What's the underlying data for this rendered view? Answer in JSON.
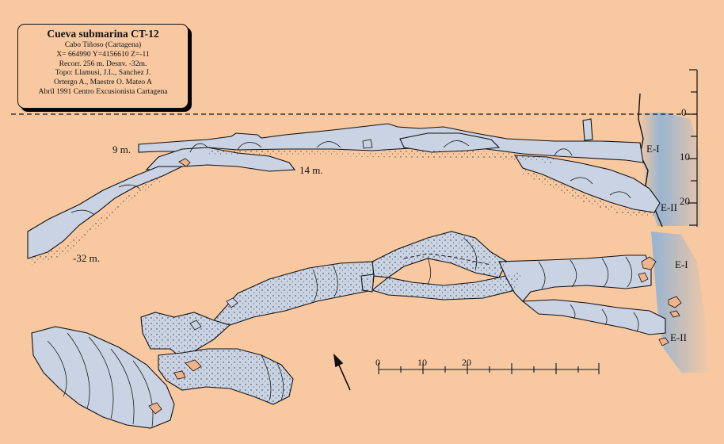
{
  "info": {
    "title": "Cueva submarina CT-12",
    "lines": [
      "Cabo Tiñoso (Cartagena)",
      "X= 664990 Y=4156610 Z=-11",
      "Recorr. 256 m.    Desnv. -32m.",
      "Topo: Llamusi, J.L., Sanchez J.",
      "Ortergo A., Maestre O. Mateo A",
      "Abril 1991 Centro Excusionista Cartagena"
    ]
  },
  "profile": {
    "labels": {
      "depth_9": "9 m.",
      "depth_14": "14 m.",
      "depth_32": "-32 m.",
      "entrance_1": "E-I",
      "entrance_2": "E-II"
    }
  },
  "depth_scale": {
    "ticks": [
      "0",
      "10",
      "20"
    ]
  },
  "plan": {
    "labels": {
      "entrance_1": "E-I",
      "entrance_2": "E-II"
    },
    "scale_ticks": [
      "0",
      "10",
      "20"
    ]
  },
  "colors": {
    "background": "#f8c9a1",
    "cave": "#c9d3e3",
    "sea": "#8fb3d6",
    "ink": "#111111"
  }
}
